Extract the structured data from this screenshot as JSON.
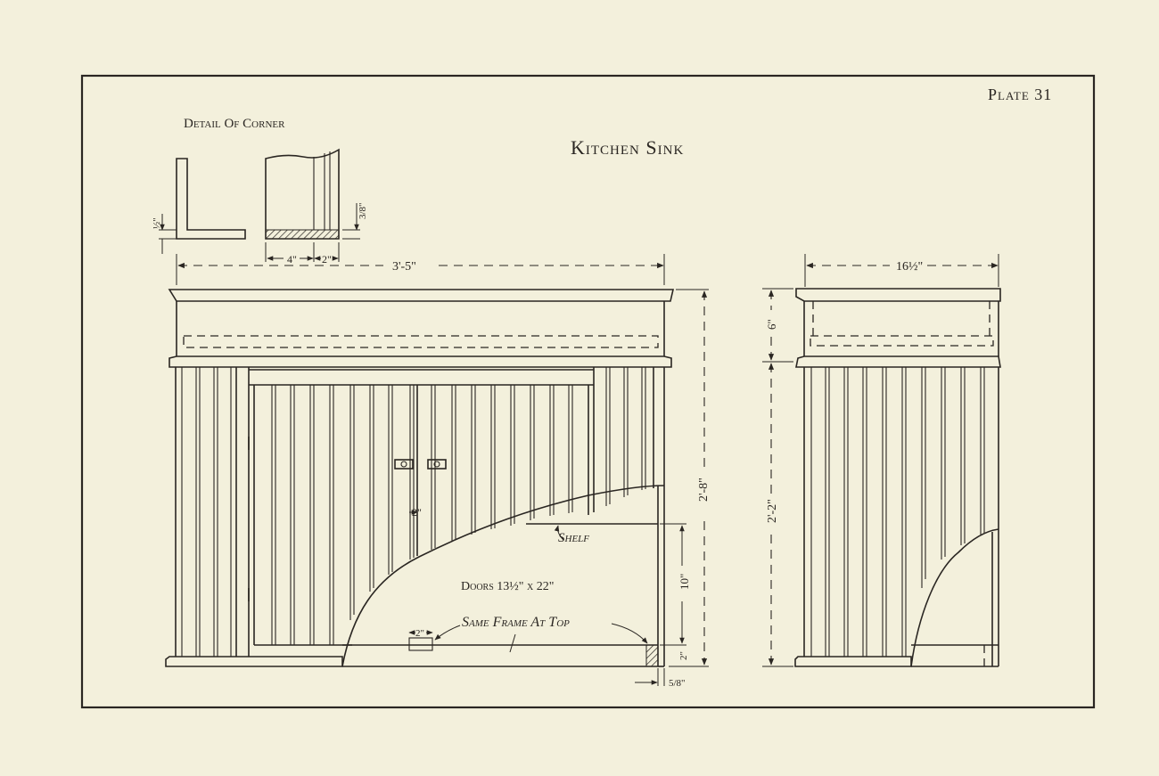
{
  "plate_number": "Plate 31",
  "title": "Kitchen Sink",
  "detail_heading": "Detail Of Corner",
  "dims": {
    "overall_width": "3'-5\"",
    "side_depth": "16½\"",
    "total_height": "2'-8\"",
    "base_height": "2'-2\"",
    "top_height": "6\"",
    "shelf_height": "10\"",
    "bottom_rail": "2\"",
    "foot_thickness": "5/8\"",
    "corner_left": "4\"",
    "corner_right": "2\"",
    "corner_half": "½\"",
    "corner_three_eighths": "3/8\"",
    "stile_2": "2\"",
    "frame_2": "2\""
  },
  "labels": {
    "shelf": "Shelf",
    "doors": "Doors 13½\" x 22\"",
    "same_frame": "Same Frame At Top"
  }
}
